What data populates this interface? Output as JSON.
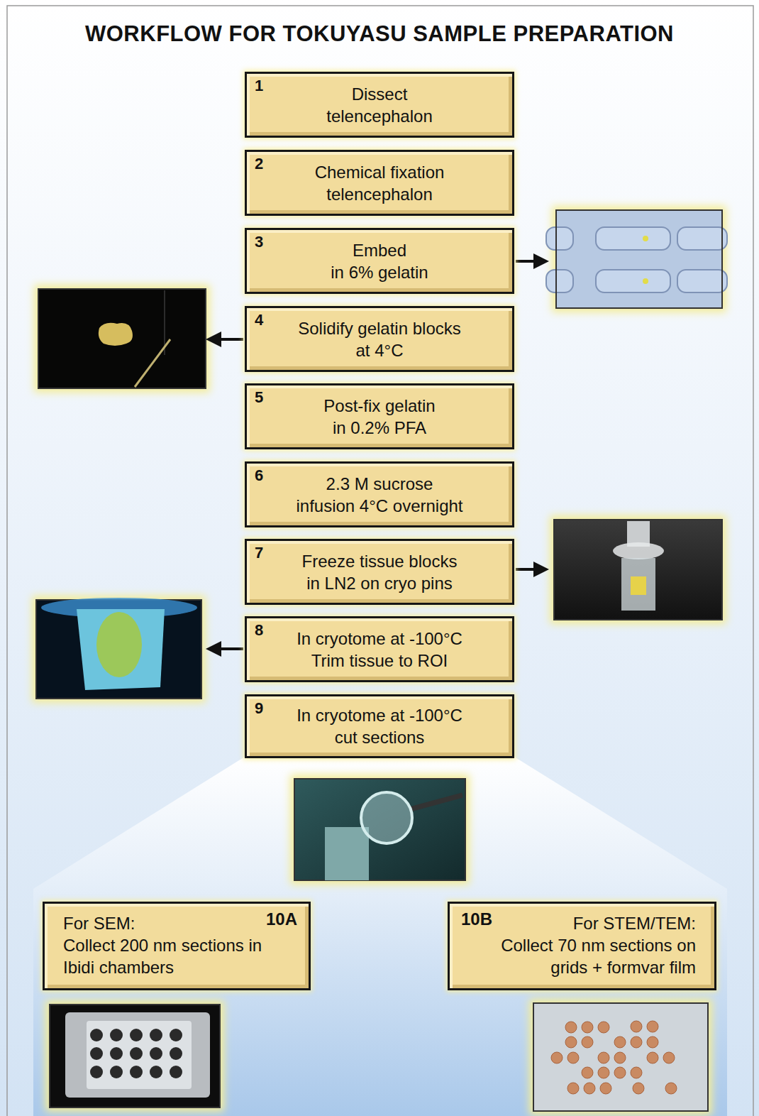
{
  "diagram": {
    "title": "WORKFLOW FOR TOKUYASU SAMPLE PREPARATION",
    "nodes": [
      {
        "text": [
          "1",
          "Dissect telencephalon"
        ]
      },
      {
        "text": [
          "2",
          "Chemical fixation telencephalon"
        ]
      },
      {
        "text": [
          "3",
          "Embed in 6% gelatin"
        ]
      },
      {
        "text": [
          "4",
          "Solidify gelatin blocks at 4°C"
        ]
      },
      {
        "text": [
          "5",
          "Post-fix gelatin in 0.2% PFA"
        ]
      },
      {
        "text": [
          "6",
          "2.3 M sucrose infusion 4°C overnight"
        ]
      },
      {
        "text": [
          "7",
          "Freeze tissue blocks in LN2 on cryo pins"
        ]
      },
      {
        "text": [
          "8",
          "In cryotome at -100°C Trim tissue to ROI"
        ]
      },
      {
        "text": [
          "9",
          "In cryotome at -100°C cut sections"
        ]
      },
      {
        "text": [
          "For SEM: Collect 200 nm sections in Ibidi chambers",
          "10A"
        ]
      },
      {
        "text": [
          "10B",
          "For STEM/TEM: Collect 70 nm sections on grids + formvar film"
        ]
      }
    ]
  }
}
